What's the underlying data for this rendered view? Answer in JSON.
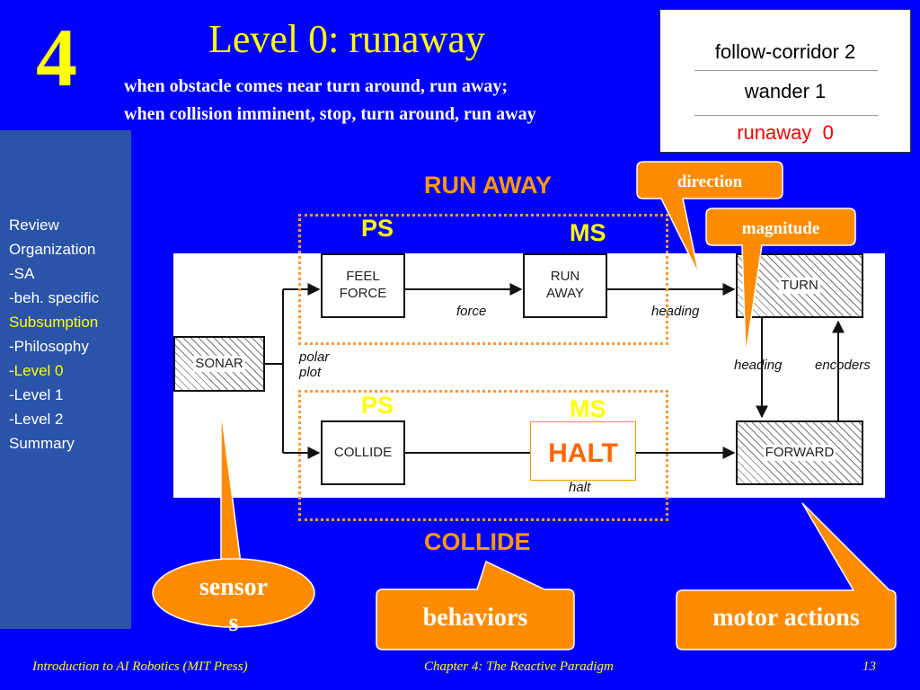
{
  "slide": {
    "number": "4",
    "title": "Level 0: runaway",
    "subtitle_lines": [
      "when obstacle comes near turn around, run away;",
      "when collision imminent, stop, turn around, run away"
    ]
  },
  "levels": [
    {
      "label": "follow-corridor 2"
    },
    {
      "label": "wander 1"
    },
    {
      "label": "runaway  0",
      "color": "#ff0000"
    }
  ],
  "sidebar": {
    "items": [
      {
        "label": "Review"
      },
      {
        "label": "Organization"
      },
      {
        "label": "-SA"
      },
      {
        "label": "-beh. specific"
      },
      {
        "label": "Subsumption",
        "color": "#ffff00"
      },
      {
        "label": "-Philosophy"
      },
      {
        "prefix": "-",
        "label": "Level 0",
        "color": "#ffff00"
      },
      {
        "label": "-Level 1"
      },
      {
        "label": "-Level 2"
      },
      {
        "label": "Summary"
      }
    ]
  },
  "diagram": {
    "blocks": {
      "sonar": "SONAR",
      "feel_force": "FEEL\nFORCE",
      "run_away": "RUN\nAWAY",
      "turn": "TURN",
      "collide": "COLLIDE",
      "forward": "FORWARD"
    },
    "edge_labels": {
      "polar_plot": "polar\nplot",
      "force": "force",
      "heading_top": "heading",
      "heading_mid": "heading",
      "encoders": "encoders",
      "halt": "halt"
    },
    "modules": {
      "run_away_heading": "RUN AWAY",
      "collide_heading": "COLLIDE",
      "ps_top": "PS",
      "ms_top": "MS",
      "ps_bottom": "PS",
      "ms_bottom": "MS",
      "halt": "HALT"
    }
  },
  "callouts": {
    "direction": "direction",
    "magnitude": "magnitude",
    "sensors_line1": "sensor",
    "sensors_line2": "s",
    "behaviors": "behaviors",
    "motor_actions": "motor actions"
  },
  "colors": {
    "background": "#0000ff",
    "accent_yellow": "#ffff00",
    "accent_orange": "#ff9900",
    "callout_orange": "#ff8c00",
    "sidebar": "#2a54a8"
  },
  "footer": {
    "left": "Introduction to AI Robotics (MIT Press)",
    "center": "Chapter 4: The Reactive Paradigm",
    "page": "13"
  }
}
